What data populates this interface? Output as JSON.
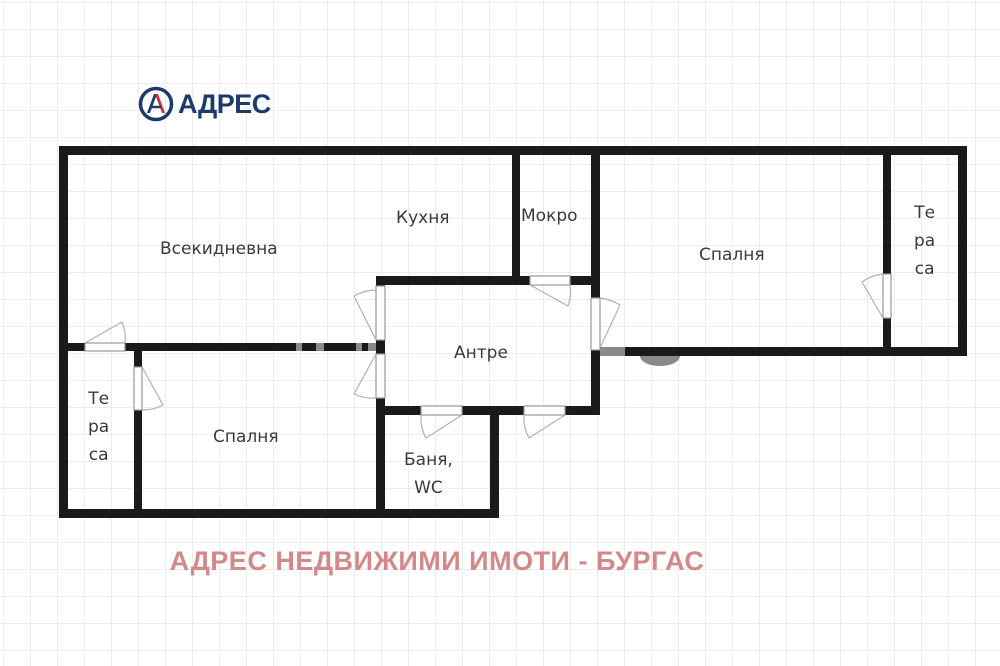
{
  "logo": {
    "icon": "adres-circle-a-icon",
    "text": "АДРЕС",
    "primary_color": "#1d3a6e",
    "accent_color": "#d32f2f"
  },
  "plan": {
    "wall_color": "#1a1a1a",
    "door_color": "#9a9a9a",
    "rooms": {
      "living": "Всекидневна",
      "kitchen": "Кухня",
      "utility": "Мокро",
      "bedroom_right": "Спалня",
      "terrace_right": [
        "Те",
        "ра",
        "са"
      ],
      "hall": "Антре",
      "terrace_left": [
        "Те",
        "ра",
        "са"
      ],
      "bedroom_left": "Спалня",
      "bathroom": [
        "Баня,",
        "WC"
      ]
    }
  },
  "footer": {
    "text": "АДРЕС НЕДВИЖИМИ ИМОТИ - БУРГАС",
    "color": "#d4888a"
  }
}
